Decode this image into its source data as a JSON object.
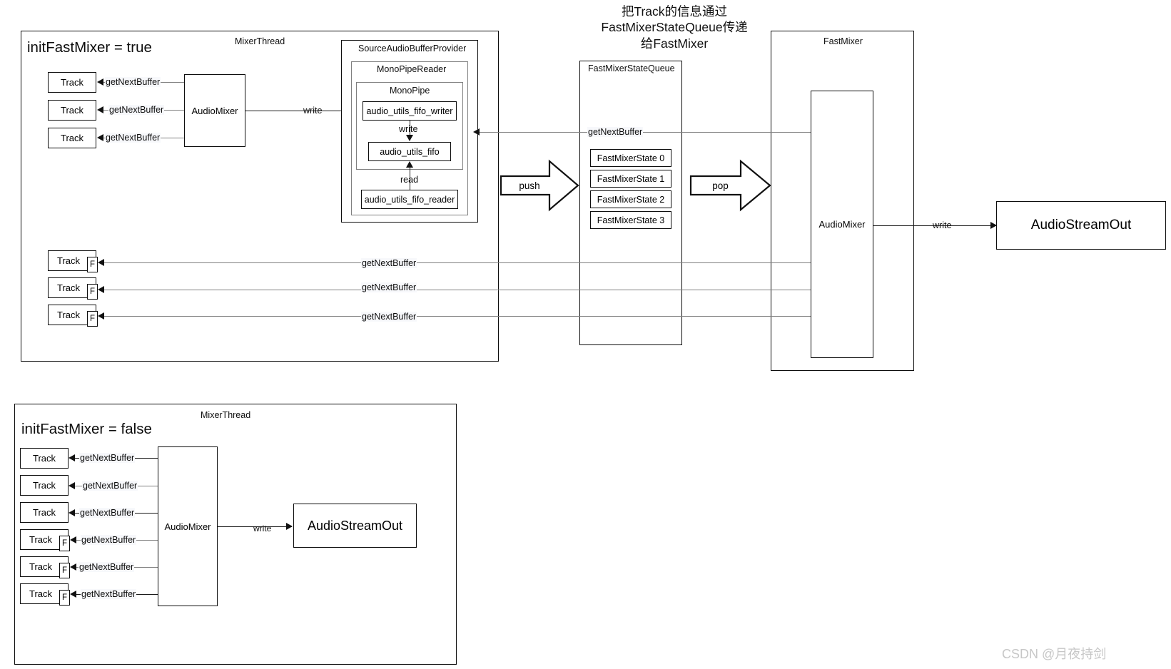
{
  "annotation": {
    "text": "把Track的信息通过\nFastMixerStateQueue传递\n给FastMixer"
  },
  "watermark": {
    "text": "CSDN @月夜持剑"
  },
  "top_section": {
    "frame_title": "MixerThread",
    "heading": "initFastMixer = true",
    "tracks_upper": [
      {
        "label": "Track",
        "edge": "getNextBuffer"
      },
      {
        "label": "Track",
        "edge": "getNextBuffer"
      },
      {
        "label": "Track",
        "edge": "getNextBuffer"
      }
    ],
    "tracks_lower": [
      {
        "label": "Track",
        "badge": "F",
        "edge": "getNextBuffer"
      },
      {
        "label": "Track",
        "badge": "F",
        "edge": "getNextBuffer"
      },
      {
        "label": "Track",
        "badge": "F",
        "edge": "getNextBuffer"
      }
    ],
    "audio_mixer": "AudioMixer",
    "write_label": "write",
    "provider": {
      "title": "SourceAudioBufferProvider",
      "reader_title": "MonoPipeReader",
      "pipe_title": "MonoPipe",
      "fifo_writer": "audio_utils_fifo_writer",
      "fifo": "audio_utils_fifo",
      "fifo_reader": "audio_utils_fifo_reader",
      "write_label": "write",
      "read_label": "read"
    }
  },
  "queue": {
    "title": "FastMixerStateQueue",
    "get_next_buffer": "getNextBuffer",
    "states": [
      "FastMixerState 0",
      "FastMixerState 1",
      "FastMixerState 2",
      "FastMixerState 3"
    ],
    "push_label": "push",
    "pop_label": "pop"
  },
  "fast_mixer": {
    "title": "FastMixer",
    "audio_mixer": "AudioMixer",
    "write_label": "write",
    "output": "AudioStreamOut"
  },
  "bottom_section": {
    "frame_title": "MixerThread",
    "heading": "initFastMixer = false",
    "tracks": [
      {
        "label": "Track",
        "badge": "",
        "edge": "getNextBuffer"
      },
      {
        "label": "Track",
        "badge": "",
        "edge": "getNextBuffer"
      },
      {
        "label": "Track",
        "badge": "",
        "edge": "getNextBuffer"
      },
      {
        "label": "Track",
        "badge": "F",
        "edge": "getNextBuffer"
      },
      {
        "label": "Track",
        "badge": "F",
        "edge": "getNextBuffer"
      },
      {
        "label": "Track",
        "badge": "F",
        "edge": "getNextBuffer"
      }
    ],
    "audio_mixer": "AudioMixer",
    "write_label": "write",
    "output": "AudioStreamOut"
  },
  "colors": {
    "stroke": "#0d0d0d",
    "gray_stroke": "#808080",
    "background": "#ffffff",
    "watermark": "#c7c7c7"
  }
}
